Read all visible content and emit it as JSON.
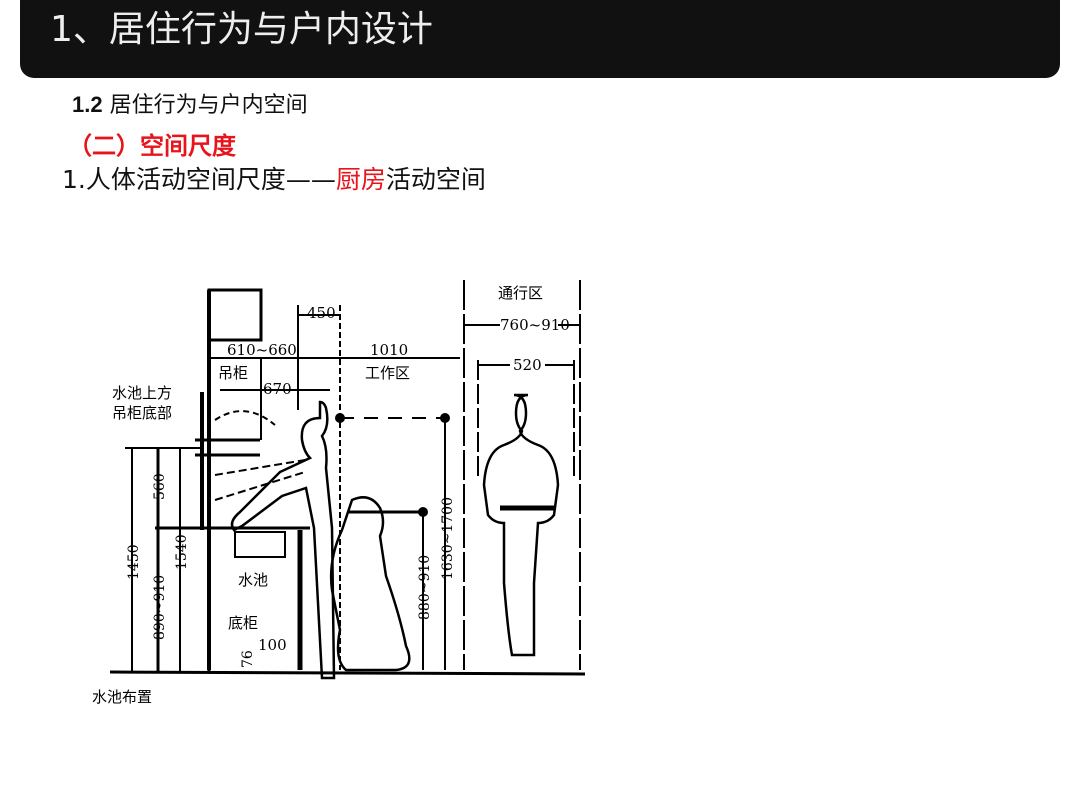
{
  "header": {
    "title": "1、居住行为与户内设计"
  },
  "section": {
    "number": "1.2",
    "title": "居住行为与户内空间"
  },
  "subsection": {
    "title": "（二）空间尺度"
  },
  "item": {
    "prefix": "1.人体活动空间尺度——",
    "highlight": "厨房",
    "suffix": "活动空间"
  },
  "figure": {
    "caption": "水池布置",
    "labels": {
      "cabinet_over_sink": "水池上方",
      "cabinet_bottom": "吊柜底部",
      "wall_cabinet": "吊柜",
      "sink": "水池",
      "base_cabinet": "底柜",
      "work_zone": "工作区",
      "passage_zone": "通行区"
    },
    "dimensions": {
      "d450": "450",
      "d610_660": "610~660",
      "d1010": "1010",
      "d670": "670",
      "d760_910": "760~910",
      "d520": "520",
      "d560": "560",
      "d1450": "1450",
      "d890_910": "890~910",
      "d1540": "1540",
      "d100": "100",
      "d76": "76",
      "d880_910": "880~910",
      "d1630_1700": "1630~1700"
    },
    "colors": {
      "accent_red": "#e8141b",
      "header_bg": "#111111"
    }
  }
}
